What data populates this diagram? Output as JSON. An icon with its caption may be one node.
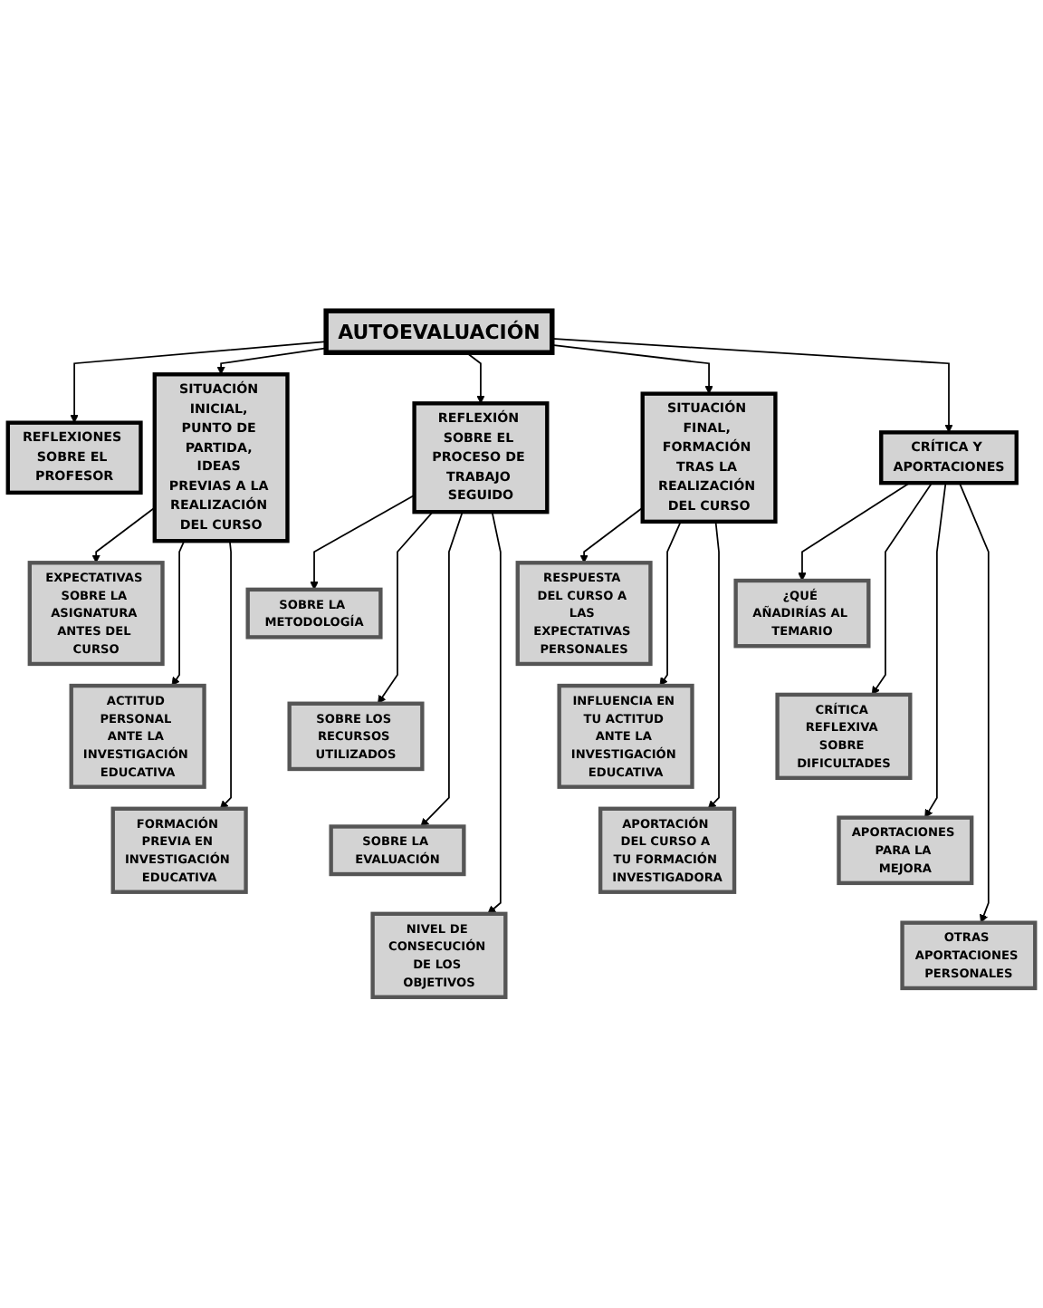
{
  "diagram": {
    "nodes": [
      {
        "text": [
          "AUTOEVALUACIÓN"
        ]
      },
      {
        "text": [
          "REFLEXIONES SOBRE EL PROFESOR"
        ]
      },
      {
        "text": [
          "SITUACIÓN INICIAL, PUNTO DE PARTIDA, IDEAS PREVIAS A LA REALIZACIÓN DEL CURSO"
        ]
      },
      {
        "text": [
          "REFLEXIÓN SOBRE EL PROCESO DE TRABAJO SEGUIDO"
        ]
      },
      {
        "text": [
          "SITUACIÓN FINAL, FORMACIÓN TRAS LA REALIZACIÓN DEL CURSO"
        ]
      },
      {
        "text": [
          "CRÍTICA Y APORTACIONES"
        ]
      },
      {
        "text": [
          "EXPECTATIVAS SOBRE LA ASIGNATURA ANTES DEL CURSO"
        ]
      },
      {
        "text": [
          "ACTITUD PERSONAL ANTE LA INVESTIGACIÓN EDUCATIVA"
        ]
      },
      {
        "text": [
          "FORMACIÓN PREVIA EN INVESTIGACIÓN EDUCATIVA"
        ]
      },
      {
        "text": [
          "SOBRE LA METODOLOGÍA"
        ]
      },
      {
        "text": [
          "SOBRE LOS RECURSOS UTILIZADOS"
        ]
      },
      {
        "text": [
          "SOBRE LA EVALUACIÓN"
        ]
      },
      {
        "text": [
          "NIVEL DE CONSECUCIÓN DE LOS OBJETIVOS"
        ]
      },
      {
        "text": [
          "RESPUESTA DEL CURSO A LAS EXPECTATIVAS PERSONALES"
        ]
      },
      {
        "text": [
          "INFLUENCIA EN TU ACTITUD ANTE LA INVESTIGACIÓN EDUCATIVA"
        ]
      },
      {
        "text": [
          "APORTACIÓN DEL CURSO A TU FORMACIÓN INVESTIGADORA"
        ]
      },
      {
        "text": [
          "¿QUÉ AÑADIRÍAS AL TEMARIO"
        ]
      },
      {
        "text": [
          "CRÍTICA REFLEXIVA SOBRE DIFICULTADES"
        ]
      },
      {
        "text": [
          "APORTACIONES PARA LA MEJORA"
        ]
      },
      {
        "text": [
          "OTRAS APORTACIONES PERSONALES"
        ]
      }
    ],
    "edges": [
      {
        "from": 0,
        "to": 1,
        "arrow": "to"
      },
      {
        "from": 0,
        "to": 2,
        "arrow": "to"
      },
      {
        "from": 0,
        "to": 3,
        "arrow": "to"
      },
      {
        "from": 0,
        "to": 4,
        "arrow": "to"
      },
      {
        "from": 0,
        "to": 5,
        "arrow": "to"
      },
      {
        "from": 2,
        "to": 6,
        "arrow": "to"
      },
      {
        "from": 2,
        "to": 7,
        "arrow": "to"
      },
      {
        "from": 2,
        "to": 8,
        "arrow": "to"
      },
      {
        "from": 3,
        "to": 9,
        "arrow": "to"
      },
      {
        "from": 3,
        "to": 10,
        "arrow": "to"
      },
      {
        "from": 3,
        "to": 11,
        "arrow": "to"
      },
      {
        "from": 3,
        "to": 12,
        "arrow": "to"
      },
      {
        "from": 4,
        "to": 13,
        "arrow": "to"
      },
      {
        "from": 4,
        "to": 14,
        "arrow": "to"
      },
      {
        "from": 4,
        "to": 15,
        "arrow": "to"
      },
      {
        "from": 5,
        "to": 16,
        "arrow": "to"
      },
      {
        "from": 5,
        "to": 17,
        "arrow": "to"
      },
      {
        "from": 5,
        "to": 18,
        "arrow": "to"
      },
      {
        "from": 5,
        "to": 19,
        "arrow": "to"
      }
    ]
  }
}
